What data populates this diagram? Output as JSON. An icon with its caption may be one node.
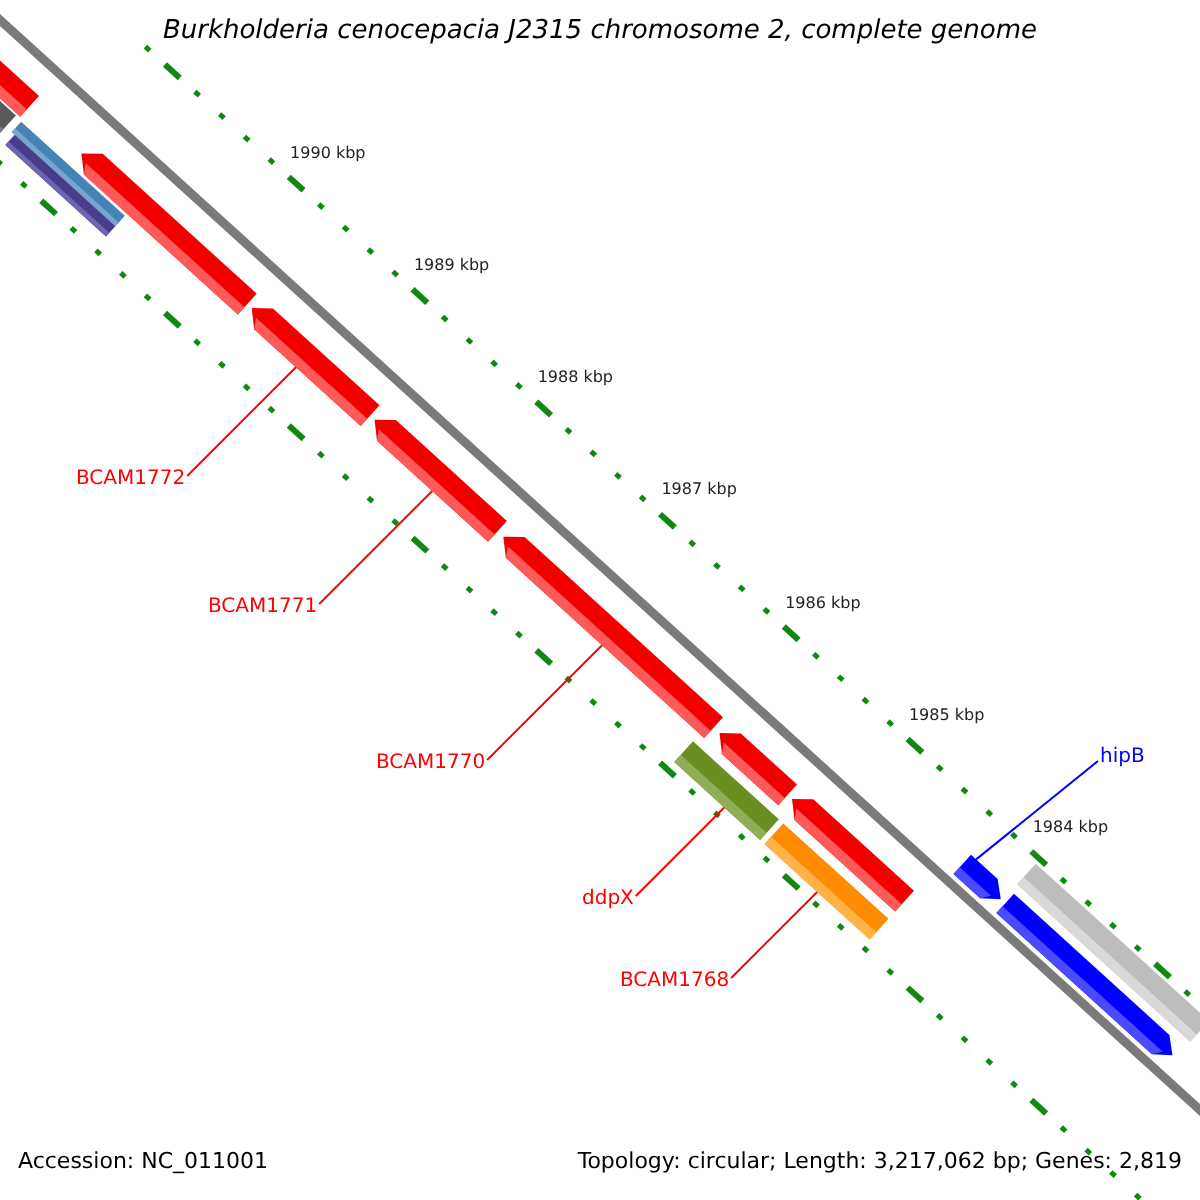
{
  "diagram": {
    "title": "Burkholderia cenocepacia J2315 chromosome 2, complete genome",
    "nodes": [
      {
        "text": [
          "BCAM1772"
        ]
      },
      {
        "text": [],
        "shape": "bar"
      },
      {
        "text": [
          "BCAM1771"
        ]
      },
      {
        "text": [],
        "shape": "bar"
      },
      {
        "text": [
          "BCAM1770"
        ]
      },
      {
        "text": [],
        "shape": "bar"
      },
      {
        "text": [
          "hipB"
        ]
      },
      {
        "text": [],
        "shape": "bar"
      },
      {
        "text": [
          "ddpX"
        ]
      },
      {
        "text": [],
        "shape": "bar"
      },
      {
        "text": [
          "BCAM1768"
        ]
      },
      {
        "text": [],
        "shape": "bar"
      }
    ],
    "edges": [
      {
        "from": 0,
        "to": 1,
        "arrow": "none"
      },
      {
        "from": 2,
        "to": 3,
        "arrow": "none"
      },
      {
        "from": 4,
        "to": 5,
        "arrow": "none"
      },
      {
        "from": 6,
        "to": 7,
        "arrow": "none",
        "color": "#0000ff"
      },
      {
        "from": 8,
        "to": 9,
        "arrow": "none"
      },
      {
        "from": 10,
        "to": 11,
        "arrow": "none"
      }
    ],
    "labels": [
      "1990 kbp",
      "1989 kbp",
      "1988 kbp",
      "1987 kbp",
      "1986 kbp",
      "1985 kbp",
      "1984 kbp",
      "Accession: NC_011001",
      "Topology: circular; Length: 3,217,062 bp; Genes: 2,819"
    ]
  }
}
